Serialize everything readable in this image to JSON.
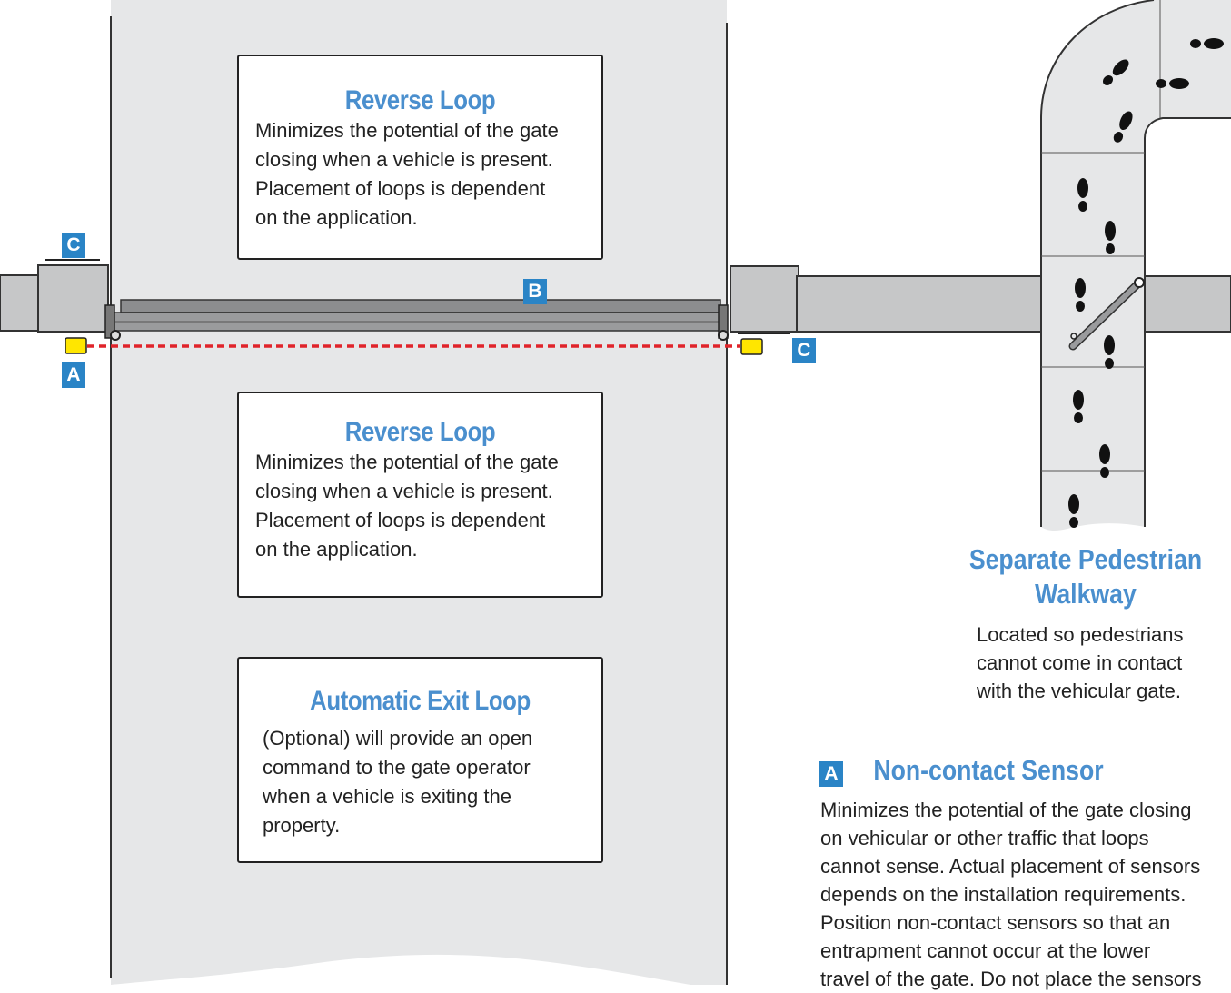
{
  "labels": {
    "a": "A",
    "b": "B",
    "c": "C"
  },
  "reverse_loop_top": {
    "title": "Reverse Loop",
    "lines": [
      "Minimizes the potential of the gate",
      "closing when a vehicle is present.",
      "Placement of loops is dependent",
      "on the application."
    ]
  },
  "reverse_loop_bottom": {
    "title": "Reverse Loop",
    "lines": [
      "Minimizes the potential of the gate",
      "closing when a vehicle is present.",
      "Placement of loops is dependent",
      "on the application."
    ]
  },
  "exit_loop": {
    "title": "Automatic Exit Loop",
    "lines": [
      "(Optional) will provide an open",
      "command to the gate operator",
      "when a vehicle is exiting the",
      "property."
    ]
  },
  "walkway": {
    "title_line1": "Separate Pedestrian",
    "title_line2": "Walkway",
    "lines": [
      "Located so pedestrians",
      "cannot come in contact",
      "with the vehicular gate."
    ]
  },
  "sensor": {
    "title": "Non-contact Sensor",
    "lines": [
      "Minimizes the potential of the gate closing",
      "on vehicular or other traffic that loops",
      "cannot sense. Actual placement of sensors",
      "depends on the installation requirements.",
      "Position non-contact sensors so that an",
      "entrapment cannot occur at the lower",
      "travel of the gate. Do not place the sensors"
    ]
  },
  "colors": {
    "accent": "#4a8fce",
    "tag": "#2a84c6",
    "driveway": "#e6e7e8",
    "fence": "#c6c7c8",
    "beam": "#e0242a",
    "sensor": "#ffe600"
  }
}
